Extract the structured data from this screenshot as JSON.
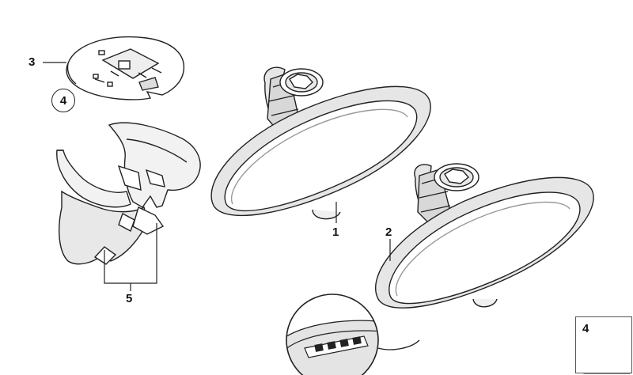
{
  "parts": {
    "rear_mirror_auto_dim": "1",
    "rear_mirror": "2",
    "mount_plate": "3",
    "screw_ref_circled": "4",
    "cover_assembly": "5",
    "screw_key": "4"
  },
  "colors": {
    "line": "#222222",
    "fill": "#ffffff",
    "shade": "#e6e6e6",
    "shade_dark": "#c9c9c9"
  }
}
